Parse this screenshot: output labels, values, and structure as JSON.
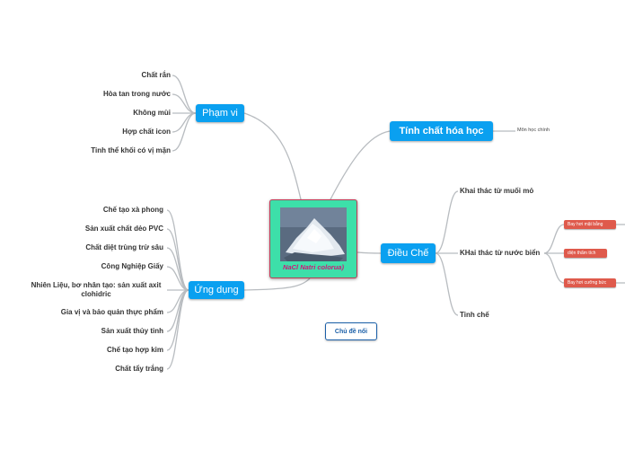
{
  "central": {
    "label": "NaCl Natri colorua)"
  },
  "branches": {
    "pham_vi": {
      "label": "Phạm vi",
      "items": [
        "Chất rắn",
        "Hòa tan trong nước",
        "Không mùi",
        "Hợp chất icon",
        "Tinh thể khối có vị mặn"
      ]
    },
    "ung_dung": {
      "label": "Ứng dụng",
      "items": [
        "Chế tạo xà phong",
        "Sản xuất chất dẻo PVC",
        "Chất diệt trùng trừ sâu",
        "Công Nghiệp Giấy",
        "Nhiên Liệu, bơ nhân tạo: sản xuất axit clohidric",
        "Gia vị và bảo quản thực phẩm",
        "Sản xuất thủy tinh",
        "Chế tạo hợp kim",
        "Chất tẩy trắng"
      ]
    },
    "tinh_chat": {
      "label": "Tính chất hóa học",
      "items": [
        "Môn học chính"
      ]
    },
    "dieu_che": {
      "label": "Điều Chế",
      "items": [
        "Khai thác từ muối mỏ",
        "KHai thác từ nước biển",
        "Tinh chế"
      ],
      "sub_items": [
        "Bay hơi mặt bằng",
        "diện thẩm tích",
        "Bay hơi cưỡng bức"
      ]
    }
  },
  "floating": {
    "label": "Chủ đề nổi"
  },
  "colors": {
    "topic": "#0aa0f0",
    "central_fill": "#3ddfa9",
    "central_border": "#c23a55",
    "subtopic_red": "#df5a4c",
    "link": "#b8bcc0"
  }
}
